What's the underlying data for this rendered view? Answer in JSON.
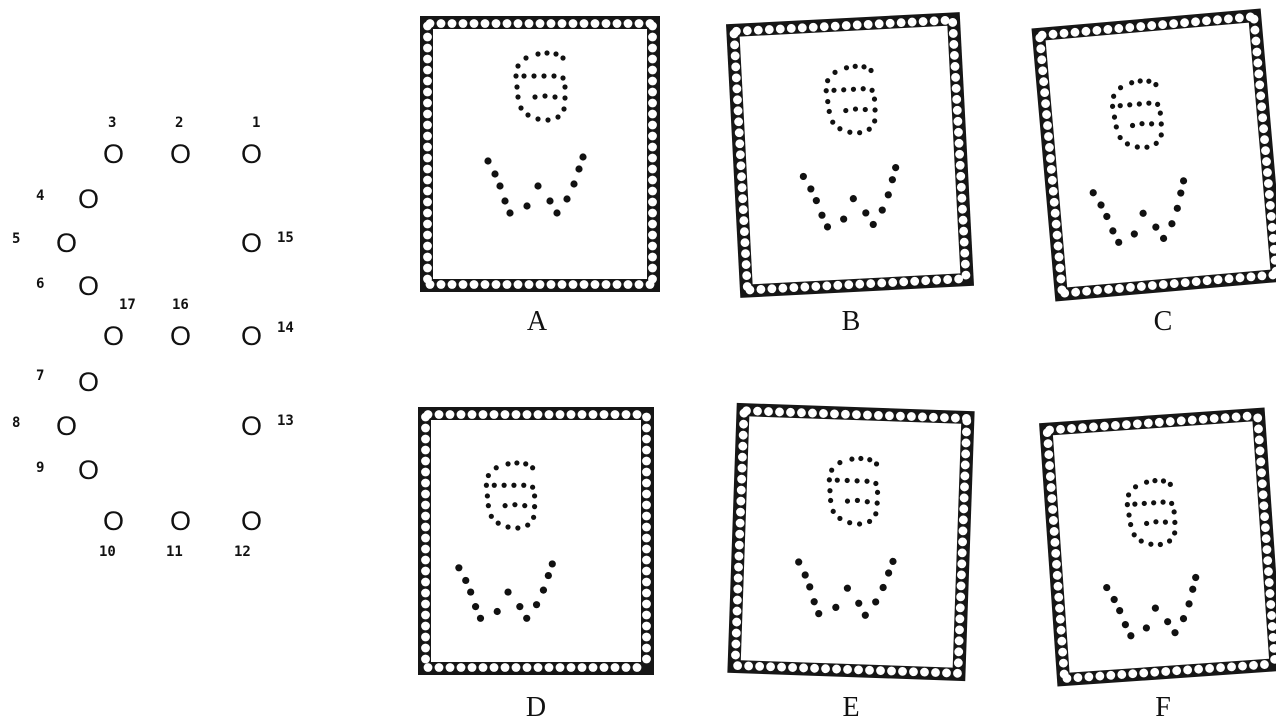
{
  "diagram": {
    "holes": [
      {
        "num": "1",
        "mark": "O"
      },
      {
        "num": "2",
        "mark": "O"
      },
      {
        "num": "3",
        "mark": "O"
      },
      {
        "num": "4",
        "mark": "O"
      },
      {
        "num": "5",
        "mark": "O"
      },
      {
        "num": "6",
        "mark": "O"
      },
      {
        "num": "7",
        "mark": "O"
      },
      {
        "num": "8",
        "mark": "O"
      },
      {
        "num": "9",
        "mark": "O"
      },
      {
        "num": "10",
        "mark": "O"
      },
      {
        "num": "11",
        "mark": "O"
      },
      {
        "num": "12",
        "mark": "O"
      },
      {
        "num": "13",
        "mark": "O"
      },
      {
        "num": "14",
        "mark": "O"
      },
      {
        "num": "15",
        "mark": "O"
      },
      {
        "num": "16",
        "mark": "O"
      },
      {
        "num": "17",
        "mark": "O"
      }
    ],
    "stamps": [
      {
        "label": "A",
        "perfin": "GW"
      },
      {
        "label": "B",
        "perfin": "GW"
      },
      {
        "label": "C",
        "perfin": "GW"
      },
      {
        "label": "D",
        "perfin": "GW"
      },
      {
        "label": "E",
        "perfin": "GW"
      },
      {
        "label": "F",
        "perfin": "GW"
      }
    ]
  }
}
